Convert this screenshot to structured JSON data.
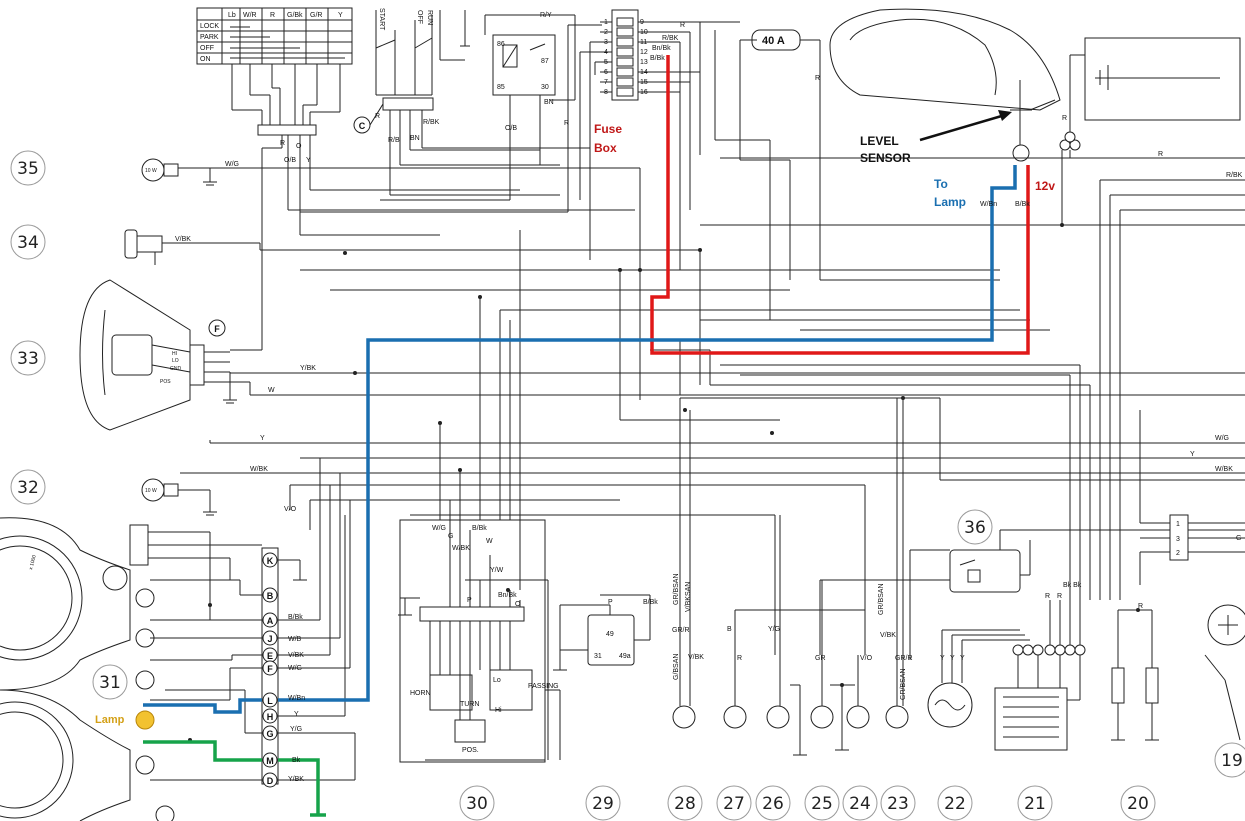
{
  "annotations": {
    "fuse_box_line1": "Fuse",
    "fuse_box_line2": "Box",
    "level_sensor_line1": "LEVEL",
    "level_sensor_line2": "SENSOR",
    "to_lamp_line1": "To",
    "to_lamp_line2": "Lamp",
    "twelve_v": "12v",
    "lamp": "Lamp",
    "fuse_40a": "40 A"
  },
  "component_numbers": {
    "n35": "35",
    "n34": "34",
    "n33": "33",
    "n32": "32",
    "n31": "31",
    "n36": "36",
    "n30": "30",
    "n29": "29",
    "n28": "28",
    "n27": "27",
    "n26": "26",
    "n25": "25",
    "n24": "24",
    "n23": "23",
    "n22": "22",
    "n21": "21",
    "n20": "20",
    "n19": "19"
  },
  "connector_letters": {
    "c": "C",
    "f": "F",
    "k": "K",
    "b": "B",
    "a": "A",
    "j": "J",
    "e": "E",
    "f2": "F",
    "l": "L",
    "h": "H",
    "g": "G",
    "m": "M",
    "d": "D"
  },
  "switch_table": {
    "headers": [
      "Lb",
      "W/R",
      "R",
      "G/Bk",
      "G/R",
      "Y"
    ],
    "rows": [
      "LOCK",
      "PARK",
      "OFF",
      "ON"
    ]
  },
  "key_switch_labels": {
    "start": "START",
    "off": "OFF",
    "run": "RUN"
  },
  "relay_pins": {
    "p86": "86",
    "p87": "87",
    "p85": "85",
    "p30": "30"
  },
  "fuse_numbers_left": [
    "1",
    "2",
    "3",
    "4",
    "5",
    "6",
    "7",
    "8"
  ],
  "fuse_numbers_right": [
    "9",
    "10",
    "11",
    "12",
    "13",
    "14",
    "15",
    "16"
  ],
  "wire_labels": {
    "ry": "R/Y",
    "r_top": "R",
    "rbk": "R/BK",
    "bnbk": "Bn/Bk",
    "bbk_fuse": "B/Bk",
    "wg_35": "W/G",
    "vbk_34": "V/BK",
    "wg_right": "W/G",
    "y_right": "Y",
    "wbk_right": "W/BK",
    "rbk_right": "R/BK",
    "r_sensor": "R",
    "r_40a": "R",
    "wbn_sensor": "W/Bn",
    "bbk_sensor": "B/Bk",
    "ybk_33": "Y/BK",
    "w_33": "W",
    "y_33": "Y",
    "wbk_32": "W/BK",
    "vo_32": "V/O",
    "bbk_dash": "B/Bk",
    "wb_dash": "W/B",
    "vbk_dash": "V/BK",
    "wg_dash": "W/G",
    "wbn_dash": "W/Bn",
    "y_dash": "Y",
    "yg_dash": "Y/G",
    "bk_dash": "Bk",
    "ybk_dash": "Y/BK",
    "r_c": "R",
    "rb_c": "R/B",
    "rbk_c": "R/BK",
    "bn_c": "BN",
    "ob_relay": "O/B",
    "bn_relay": "BN",
    "r_fuse": "R",
    "r_a": "R",
    "o_a": "O",
    "ob_a": "O/B",
    "y_a": "Y",
    "wg_30": "W/G",
    "g_30": "G",
    "wbk_30": "W/BK",
    "bbk_30": "B/Bk",
    "w_30": "W",
    "yw_30": "Y/W",
    "p_30": "P",
    "bnbk_30": "Bn/Bk",
    "o_30": "O",
    "p_29": "P",
    "bbk_29": "B/Bk",
    "grbsan_28": "GR/BSAN",
    "vbksan_28": "V/BKSAN",
    "grr_28": "GR/R",
    "grbsan_28b": "G/BSAN",
    "vbk_28": "V/BK",
    "b_27": "B",
    "r_27": "R",
    "yg_26": "Y/G",
    "gr_25": "GR",
    "vo_24": "V/O",
    "grbsan_23": "GR/BSAN",
    "vbk_23": "V/BK",
    "grr_23": "GR/R",
    "grbsan_23b": "GR/BSAN",
    "y_22a": "Y",
    "y_22b": "Y",
    "y_22c": "Y",
    "r_21a": "R",
    "r_21b": "R",
    "bkbk_21": "Bk Bk",
    "r_20": "R",
    "g_right": "G",
    "r_right": "R"
  },
  "switch30_labels": {
    "horn": "HORN",
    "turn": "TURN",
    "pos": "POS.",
    "passing": "PASSING",
    "lo": "Lo",
    "hi": "Hi"
  },
  "relay29_labels": {
    "p49": "49",
    "p31": "31",
    "p49a": "49a"
  },
  "bulb_labels": {
    "b35": "10 W",
    "b32": "10 W"
  },
  "headlamp_labels": {
    "hi": "HI",
    "lo": "LO",
    "gnd": "GND",
    "pos": "POS"
  },
  "connector_pins_right": [
    "1",
    "3",
    "2"
  ],
  "gauge_text": {
    "rpm": "x 1000"
  }
}
